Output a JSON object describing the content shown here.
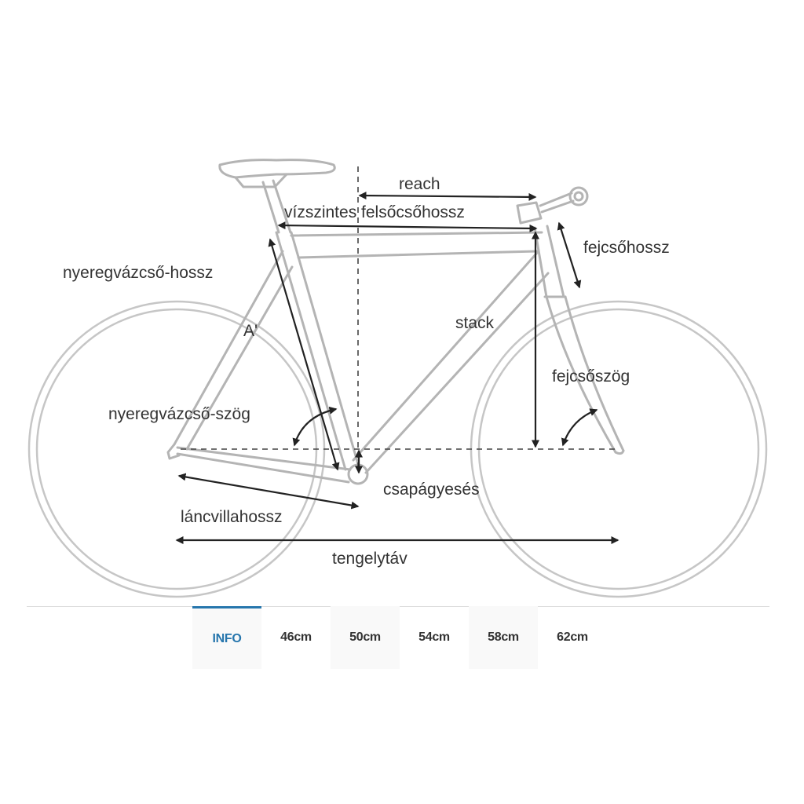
{
  "diagram": {
    "labels": {
      "reach": "reach",
      "top_tube_horizontal": "vízszintes felsőcsőhossz",
      "head_tube_length": "fejcsőhossz",
      "seat_tube_length": "nyeregvázcső-hossz",
      "stack": "stack",
      "a_marker": "A'",
      "head_tube_angle": "fejcsőszög",
      "seat_tube_angle": "nyeregvázcső-szög",
      "bb_drop": "csapágyesés",
      "chainstay_length": "láncvillahossz",
      "wheelbase": "tengelytáv"
    }
  },
  "tabs": [
    {
      "label": "INFO",
      "active": true
    },
    {
      "label": "46cm",
      "active": false
    },
    {
      "label": "50cm",
      "active": false
    },
    {
      "label": "54cm",
      "active": false
    },
    {
      "label": "58cm",
      "active": false
    },
    {
      "label": "62cm",
      "active": false
    }
  ],
  "colors": {
    "accent": "#2676ad",
    "frame": "#b4b4b4",
    "text": "#333333"
  }
}
